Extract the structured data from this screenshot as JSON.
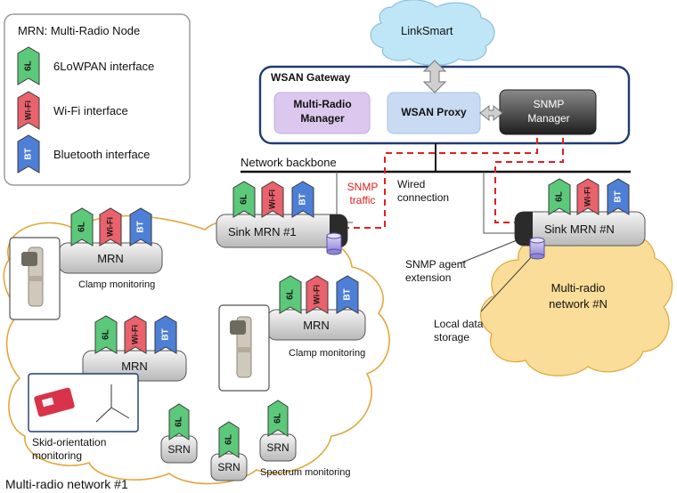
{
  "legend": {
    "title": "MRN: Multi-Radio Node",
    "items": [
      {
        "tag": "6L",
        "label": "6LoWPAN interface",
        "color": "#5cc97a"
      },
      {
        "tag": "Wi-Fi",
        "label": "Wi-Fi interface",
        "color": "#e9626c"
      },
      {
        "tag": "BT",
        "label": "Bluetooth interface",
        "color": "#4d7fd6"
      }
    ]
  },
  "cloud_label": "LinkSmart",
  "gateway": {
    "title": "WSAN Gateway",
    "multi_radio_manager": "Multi-Radio Manager",
    "wsan_proxy": "WSAN Proxy",
    "snmp_manager": "SNMP Manager"
  },
  "network_backbone": "Network backbone",
  "snmp_traffic": "SNMP traffic",
  "wired_connection": "Wired connection",
  "sink1": "Sink MRN #1",
  "sinkN": "Sink MRN #N",
  "snmp_agent_extension": "SNMP agent extension",
  "local_data_storage": "Local data storage",
  "network_n": "Multi-radio network #N",
  "mrn_label": "MRN",
  "srn_label": "SRN",
  "clamp_monitoring": "Clamp monitoring",
  "skid_orientation": "Skid-orientation monitoring",
  "spectrum_monitoring": "Spectrum monitoring",
  "network_1": "Multi-radio network #1",
  "tags": {
    "sixl": "6L",
    "wifi": "Wi-Fi",
    "bt": "BT"
  },
  "colors": {
    "green": "#5cc97a",
    "red": "#e9626c",
    "blue": "#4d7fd6",
    "cloud_blue": "#bfe6f7",
    "cloud_orange": "#f9dd98",
    "orange_line": "#e2a73b",
    "snmp_red": "#e02020",
    "gateway_border": "#1f3b70",
    "purple": "#dcc8ef",
    "proxy_blue": "#c8dbf2"
  }
}
